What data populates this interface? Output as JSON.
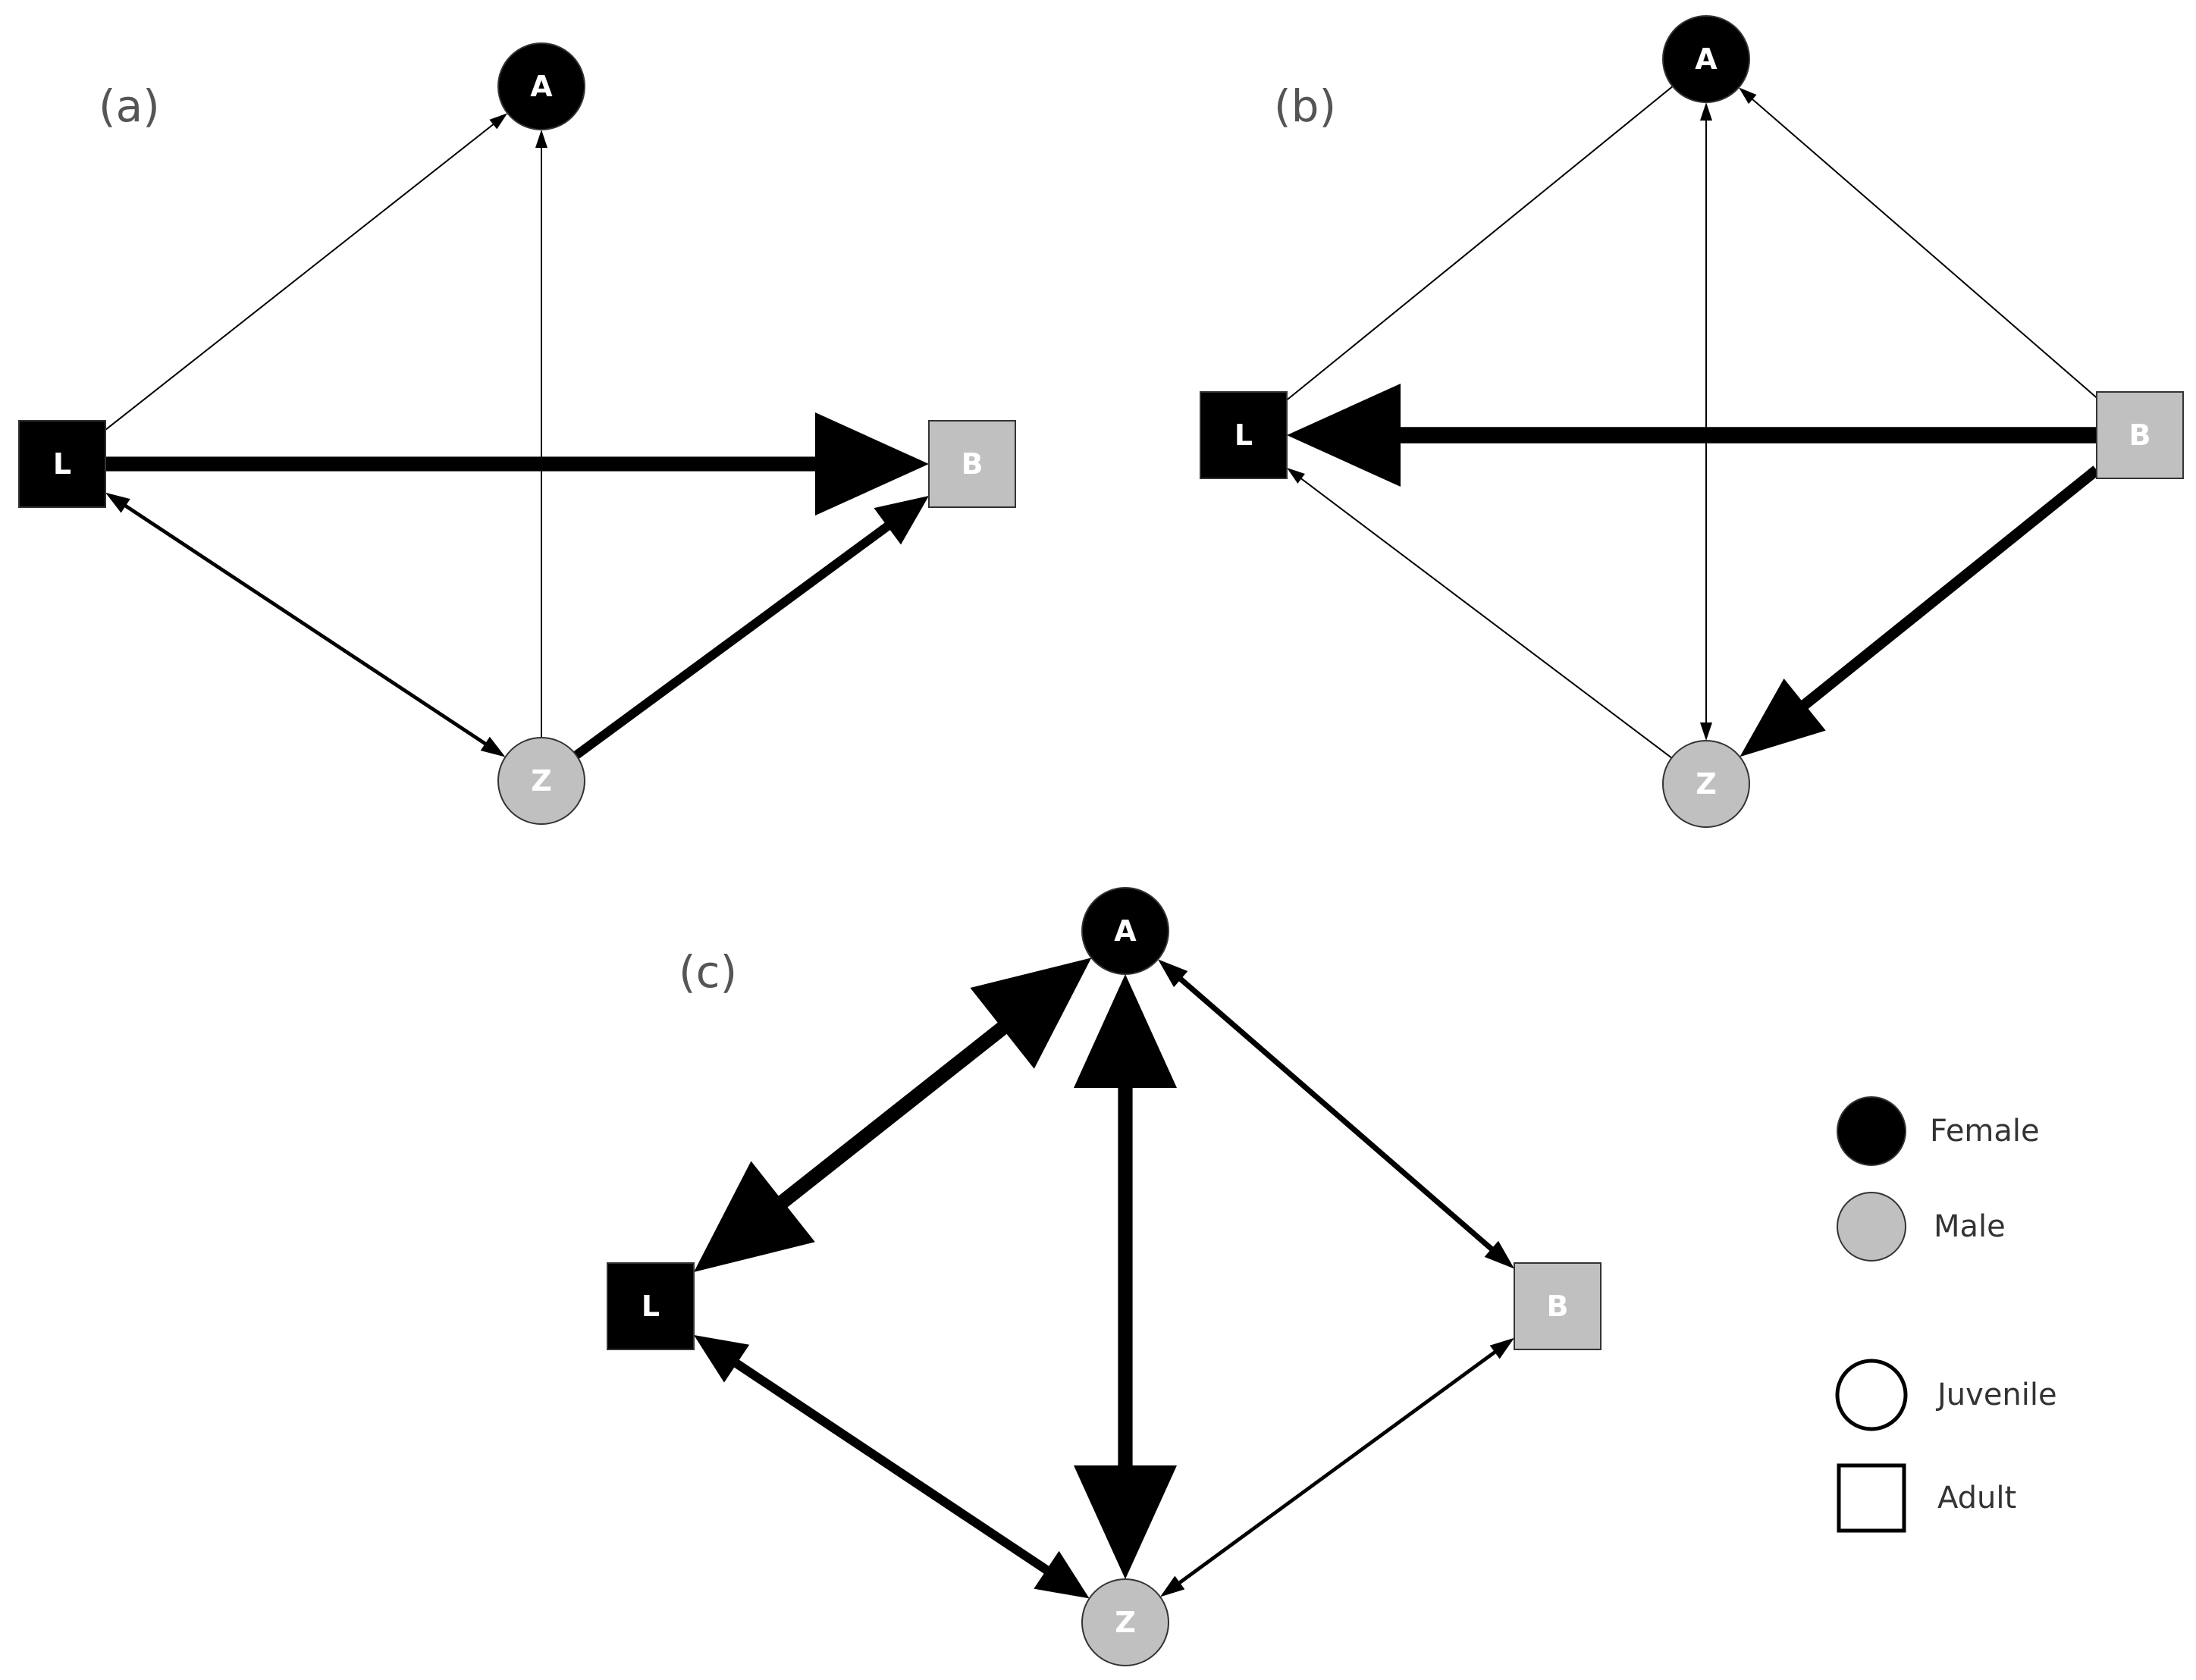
{
  "colors": {
    "female": "#000000",
    "male": "#c0c0c0",
    "edge": "#000000",
    "outline": "#333333"
  },
  "panels": [
    {
      "label": "(a)",
      "nodes": [
        {
          "id": "A",
          "label": "A",
          "sex": "female",
          "age": "juvenile"
        },
        {
          "id": "L",
          "label": "L",
          "sex": "female",
          "age": "adult"
        },
        {
          "id": "B",
          "label": "B",
          "sex": "male",
          "age": "adult"
        },
        {
          "id": "Z",
          "label": "Z",
          "sex": "male",
          "age": "juvenile"
        }
      ],
      "edges": [
        {
          "from": "L",
          "to": "A",
          "weight": 1,
          "arrows": "end"
        },
        {
          "from": "Z",
          "to": "A",
          "weight": 1,
          "arrows": "end"
        },
        {
          "from": "L",
          "to": "B",
          "weight": 8,
          "arrows": "end"
        },
        {
          "from": "L",
          "to": "Z",
          "weight": 2,
          "arrows": "both"
        },
        {
          "from": "Z",
          "to": "B",
          "weight": 5,
          "arrows": "end"
        }
      ]
    },
    {
      "label": "(b)",
      "nodes": [
        {
          "id": "A",
          "label": "A",
          "sex": "female",
          "age": "juvenile"
        },
        {
          "id": "L",
          "label": "L",
          "sex": "female",
          "age": "adult"
        },
        {
          "id": "B",
          "label": "B",
          "sex": "male",
          "age": "adult"
        },
        {
          "id": "Z",
          "label": "Z",
          "sex": "male",
          "age": "juvenile"
        }
      ],
      "edges": [
        {
          "from": "L",
          "to": "A",
          "weight": 1,
          "arrows": "none"
        },
        {
          "from": "B",
          "to": "A",
          "weight": 1,
          "arrows": "end"
        },
        {
          "from": "Z",
          "to": "A",
          "weight": 1,
          "arrows": "both"
        },
        {
          "from": "B",
          "to": "L",
          "weight": 9,
          "arrows": "end"
        },
        {
          "from": "Z",
          "to": "L",
          "weight": 1,
          "arrows": "end"
        },
        {
          "from": "B",
          "to": "Z",
          "weight": 6,
          "arrows": "end"
        }
      ]
    },
    {
      "label": "(c)",
      "nodes": [
        {
          "id": "A",
          "label": "A",
          "sex": "female",
          "age": "juvenile"
        },
        {
          "id": "L",
          "label": "L",
          "sex": "female",
          "age": "adult"
        },
        {
          "id": "B",
          "label": "B",
          "sex": "male",
          "age": "adult"
        },
        {
          "id": "Z",
          "label": "Z",
          "sex": "male",
          "age": "juvenile"
        }
      ],
      "edges": [
        {
          "from": "L",
          "to": "A",
          "weight": 8,
          "arrows": "both"
        },
        {
          "from": "Z",
          "to": "A",
          "weight": 8,
          "arrows": "both"
        },
        {
          "from": "A",
          "to": "B",
          "weight": 3,
          "arrows": "both"
        },
        {
          "from": "L",
          "to": "Z",
          "weight": 5,
          "arrows": "both"
        },
        {
          "from": "Z",
          "to": "B",
          "weight": 2,
          "arrows": "both"
        }
      ]
    }
  ],
  "legend": [
    {
      "label": "Female",
      "shape": "circle",
      "fill": "female"
    },
    {
      "label": "Male",
      "shape": "circle",
      "fill": "male"
    },
    {
      "label": "Juvenile",
      "shape": "circle",
      "fill": "none"
    },
    {
      "label": "Adult",
      "shape": "square",
      "fill": "none"
    }
  ]
}
